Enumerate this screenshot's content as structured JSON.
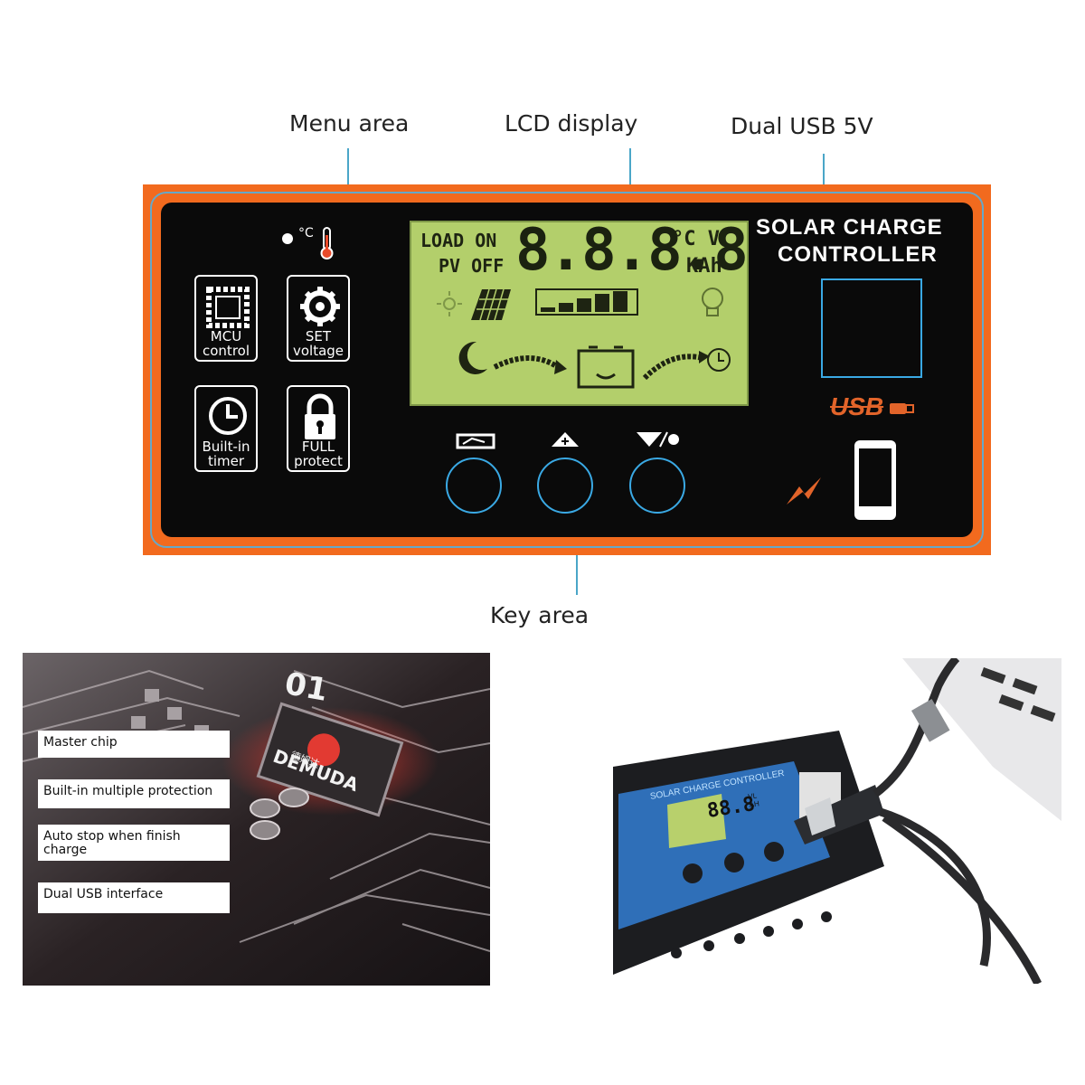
{
  "callouts": {
    "menu_area": "Menu area",
    "lcd_display": "LCD display",
    "dual_usb": "Dual USB 5V",
    "key_area": "Key area"
  },
  "menu": {
    "mcu": "MCU\ncontrol",
    "set": "SET\nvoltage",
    "timer": "Built-in\ntimer",
    "full": "FULL\nprotect"
  },
  "lcd": {
    "load_on": "LOAD ON",
    "pv_off": "PV OFF",
    "digits": "8.8.8.8",
    "unit_top": "°C V",
    "unit_bottom": "KAh"
  },
  "brand": {
    "line1": "SOLAR CHARGE",
    "line2": "CONTROLLER",
    "usb_logo": "USB"
  },
  "chip": {
    "label_01": "01",
    "brand": "DEMUDA",
    "brand_cn": "德姆达"
  },
  "features": [
    "Master chip",
    "Built-in multiple protection",
    "Auto stop when finish charge",
    "Dual USB interface"
  ],
  "device_photo": {
    "title": "SOLAR CHARGE CONTROLLER",
    "digits": "88.8",
    "units": "VL\nAH"
  },
  "colors": {
    "panel_orange": "#f26a1e",
    "accent_blue": "#3aa9e4",
    "lcd_green": "#b3cf6b"
  }
}
